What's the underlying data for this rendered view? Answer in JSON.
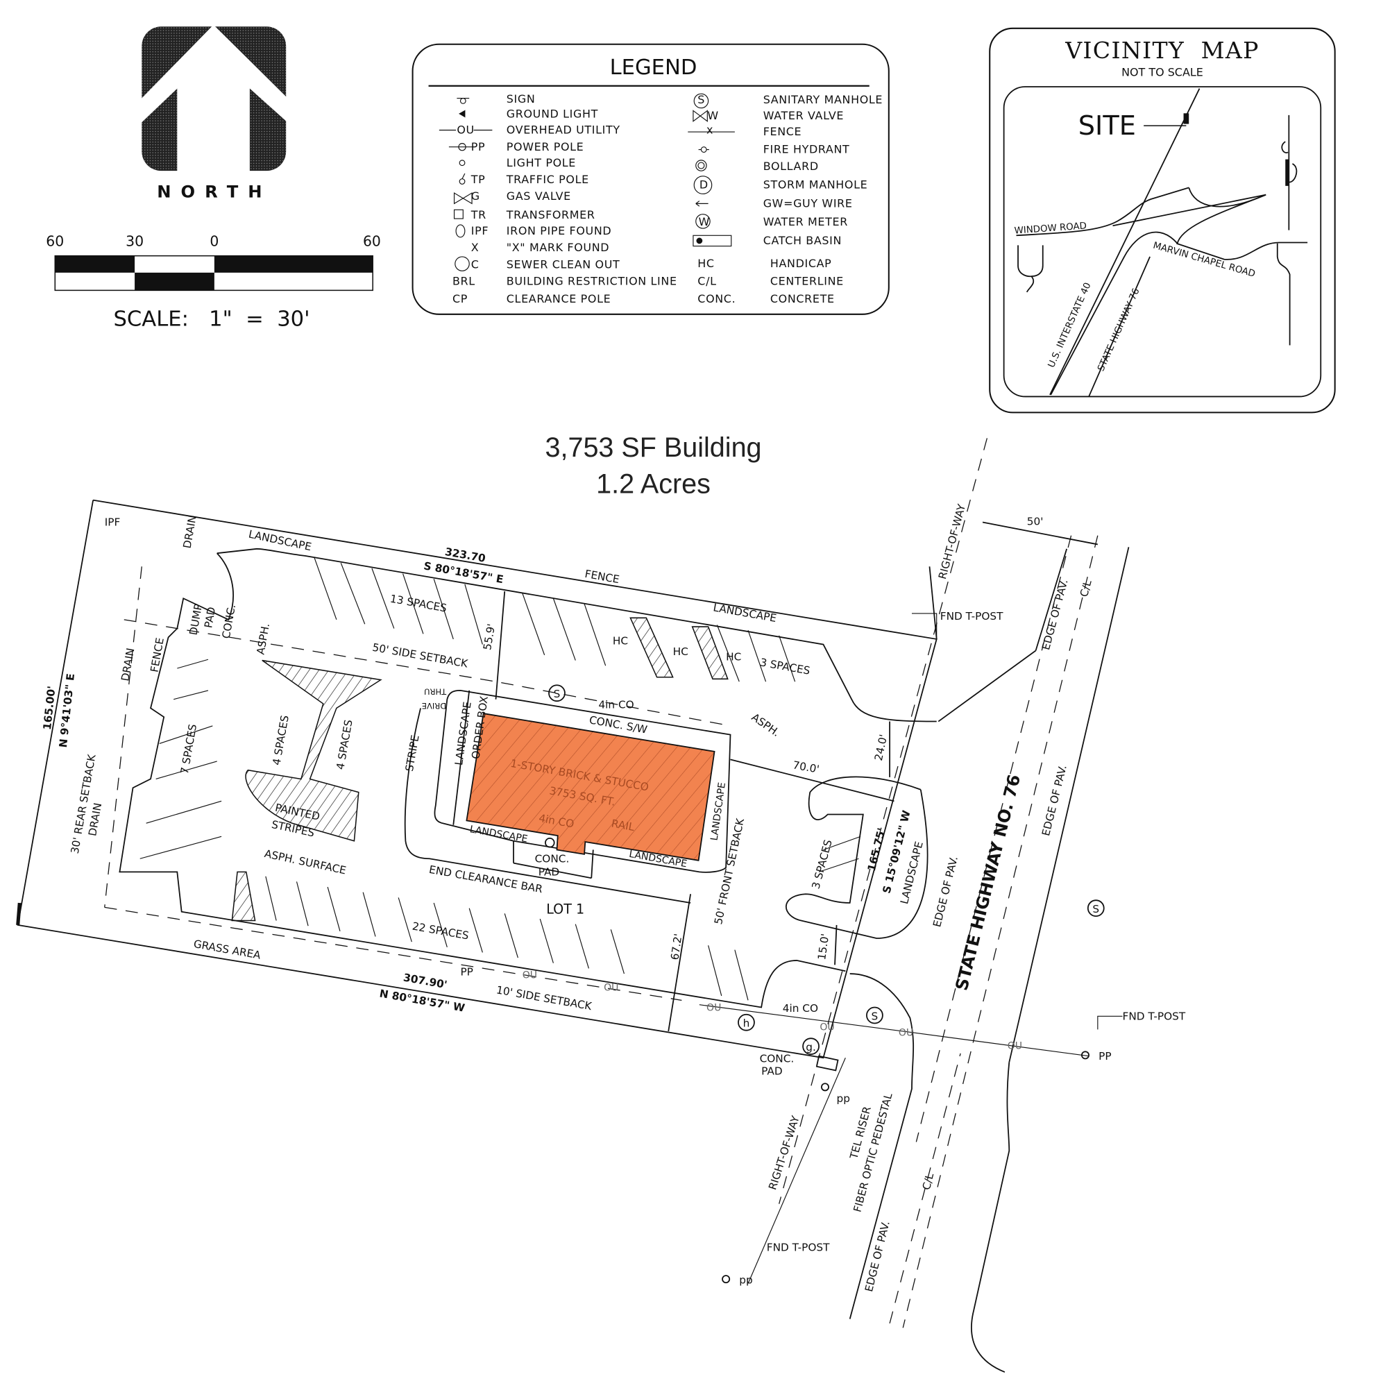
{
  "headline": {
    "building": "3,753 SF Building",
    "acreage": "1.2 Acres"
  },
  "north_arrow": {
    "label": "NORTH"
  },
  "scale_bar": {
    "ticks": [
      "60",
      "30",
      "0",
      "60"
    ],
    "caption": "SCALE:   1\"  =  30'"
  },
  "legend": {
    "title": "LEGEND",
    "left": [
      {
        "symbol": "sign-icon",
        "code": "",
        "label": "SIGN"
      },
      {
        "symbol": "ground-light-icon",
        "code": "",
        "label": "GROUND LIGHT"
      },
      {
        "symbol": "overhead-utility-icon",
        "code": "OU",
        "label": "OVERHEAD UTILITY"
      },
      {
        "symbol": "power-pole-icon",
        "code": "PP",
        "label": "POWER POLE"
      },
      {
        "symbol": "light-pole-icon",
        "code": "",
        "label": "LIGHT POLE"
      },
      {
        "symbol": "traffic-pole-icon",
        "code": "TP",
        "label": "TRAFFIC POLE"
      },
      {
        "symbol": "gas-valve-icon",
        "code": "G",
        "label": "GAS VALVE"
      },
      {
        "symbol": "transformer-icon",
        "code": "TR",
        "label": "TRANSFORMER"
      },
      {
        "symbol": "iron-pipe-icon",
        "code": "IPF",
        "label": "IRON PIPE FOUND"
      },
      {
        "symbol": "x-mark-icon",
        "code": "X",
        "label": "\"X\" MARK FOUND"
      },
      {
        "symbol": "sewer-clean-out-icon",
        "code": "C",
        "label": "SEWER CLEAN OUT"
      },
      {
        "symbol": "",
        "code": "BRL",
        "label": "BUILDING RESTRICTION LINE"
      },
      {
        "symbol": "",
        "code": "CP",
        "label": "CLEARANCE POLE"
      }
    ],
    "right": [
      {
        "symbol": "sanitary-manhole-icon",
        "code": "S",
        "label": "SANITARY MANHOLE"
      },
      {
        "symbol": "water-valve-icon",
        "code": "W",
        "label": "WATER VALVE"
      },
      {
        "symbol": "fence-icon",
        "code": "x",
        "label": "FENCE"
      },
      {
        "symbol": "fire-hydrant-icon",
        "code": "",
        "label": "FIRE HYDRANT"
      },
      {
        "symbol": "bollard-icon",
        "code": "",
        "label": "BOLLARD"
      },
      {
        "symbol": "storm-manhole-icon",
        "code": "D",
        "label": "STORM MANHOLE"
      },
      {
        "symbol": "guy-wire-icon",
        "code": "",
        "label": "GW=GUY WIRE"
      },
      {
        "symbol": "water-meter-icon",
        "code": "W",
        "label": "WATER METER"
      },
      {
        "symbol": "catch-basin-icon",
        "code": "",
        "label": "CATCH BASIN"
      },
      {
        "symbol": "",
        "code": "HC",
        "label": "HANDICAP"
      },
      {
        "symbol": "",
        "code": "C/L",
        "label": "CENTERLINE"
      },
      {
        "symbol": "",
        "code": "CONC.",
        "label": "CONCRETE"
      }
    ]
  },
  "vicinity_map": {
    "title": "VICINITY  MAP",
    "subtitle": "NOT TO SCALE",
    "site_label": "SITE",
    "roads": [
      "WINDOW ROAD",
      "MARVIN CHAPEL ROAD",
      "U.S. INTERSTATE 40",
      "STATE HIGHWAY 76"
    ]
  },
  "building": {
    "line1": "1-STORY BRICK & STUCCO",
    "line2": "3753 SQ. FT.",
    "color": "#F2834F"
  },
  "site": {
    "ipf": "IPF",
    "drain": "DRAIN",
    "landscape": "LANDSCAPE",
    "north_distance": "323.70",
    "north_bearing": "S 80°18'57\" E",
    "fence": "FENCE",
    "spaces_13": "13 SPACES",
    "dump": "DUMP",
    "pad": "PAD",
    "conc": "CONC.",
    "asph": "ASPH.",
    "dim_55": "55.9'",
    "side_setback_50": "50' SIDE SETBACK",
    "hc": "HC",
    "spaces_3": "3 SPACES",
    "fnd_tpost": "FND T-POST",
    "row": "RIGHT-OF-WAY",
    "dim_50": "50'",
    "edge_pav": "EDGE OF PAV.",
    "cl": "C/L",
    "west_distance": "165.00'",
    "west_bearing": "N 9°41'03\" E",
    "rear_setback": "30' REAR SETBACK",
    "spaces_7": "7 SPACES",
    "spaces_4": "4 SPACES",
    "painted": "PAINTED",
    "stripes": "STRIPES",
    "thru": "THRU",
    "drive": "DRIVE",
    "order_box": "ORDER BOX",
    "stripe": "STRIPE",
    "sign_s": "S",
    "co_4in": "4in CO",
    "conc_sw": "CONC. S/W",
    "dim_70": "70.0'",
    "dim_24": "24.0'",
    "rail": "RAIL",
    "asph_surface": "ASPH. SURFACE",
    "end_clearance": "END CLEARANCE BAR",
    "lot": "LOT 1",
    "front_setback": "50' FRONT SETBACK",
    "east_distance": "165.75'",
    "east_bearing": "S 15°09'12\" W",
    "highway": "STATE HIGHWAY NO. 76",
    "spaces_22": "22 SPACES",
    "grass": "GRASS AREA",
    "pp": "PP",
    "pp_lower": "pp",
    "south_distance": "307.90'",
    "south_bearing": "N 80°18'57\" W",
    "side_setback_10": "10' SIDE SETBACK",
    "dim_67": "67.2'",
    "dim_15": "15.0'",
    "ou": "OU",
    "h": "h",
    "g": "g.",
    "tel_riser": "TEL RISER",
    "fiber": "FIBER OPTIC PEDESTAL"
  }
}
